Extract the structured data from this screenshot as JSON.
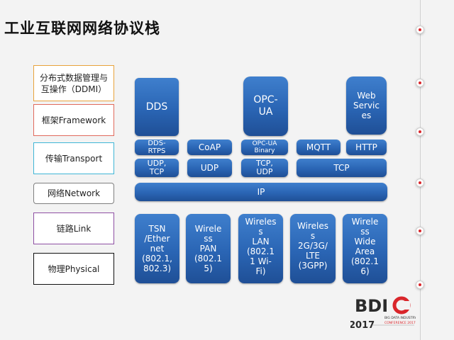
{
  "title": "工业互联网网络协议栈",
  "layers": [
    {
      "label": "分布式数据管理与\n互操作（DDMI）",
      "border_color": "#e8a33c"
    },
    {
      "label": "框架Framework",
      "border_color": "#e06a5c"
    },
    {
      "label": "传输Transport",
      "border_color": "#3fb6d6"
    },
    {
      "label": "网络Network",
      "border_color": "#7f7f7f"
    },
    {
      "label": "链路Link",
      "border_color": "#8e4fa3"
    },
    {
      "label": "物理Physical",
      "border_color": "#111111"
    }
  ],
  "framework": {
    "dds": "DDS",
    "opcua": "OPC-\nUA",
    "webservices": "Web\nServic\nes"
  },
  "protocols": {
    "dds_rtps": "DDS-\nRTPS",
    "coap": "CoAP",
    "opcua_binary": "OPC-UA\nBinary",
    "mqtt": "MQTT",
    "http": "HTTP"
  },
  "transport": {
    "udp_tcp": "UDP,\nTCP",
    "udp": "UDP",
    "tcp_udp": "TCP,\nUDP",
    "tcp": "TCP"
  },
  "network": {
    "ip": "IP"
  },
  "physical": [
    "TSN\n/Ether\nnet\n(802.1,\n802.3)",
    "Wirele\nss\nPAN\n(802.1\n5)",
    "Wireles\ns\nLAN\n(802.1\n1 Wi-\nFi)",
    "Wireles\ns\n2G/3G/\nLTE\n(3GPP)",
    "Wirele\nss\nWide\nArea\n(802.1\n6)"
  ],
  "logo": {
    "text": "BDIC",
    "subtitle": "BIG DATA INDUSTRY",
    "conference": "CONFERENCE 2017",
    "year": "2017",
    "accent": "#d9262b"
  }
}
